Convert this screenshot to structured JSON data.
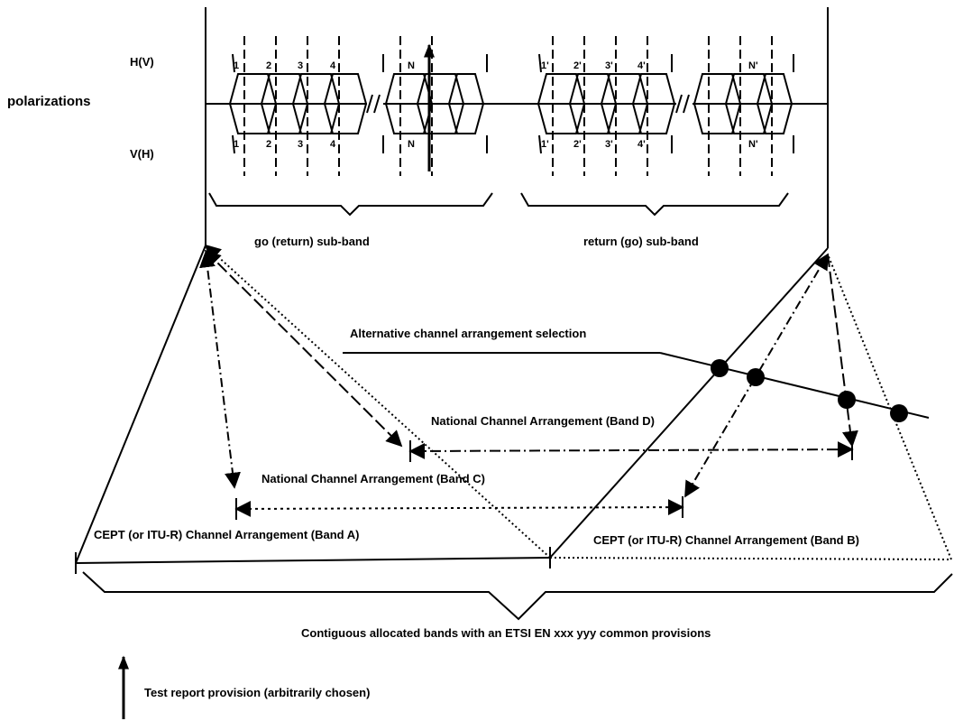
{
  "polarization": {
    "label": "polarizations",
    "top": "H(V)",
    "bottom": "V(H)"
  },
  "channels": {
    "go": [
      "1",
      "2",
      "3",
      "4",
      "N"
    ],
    "return": [
      "1'",
      "2'",
      "3'",
      "4'",
      "N'"
    ]
  },
  "subbands": {
    "go": "go (return) sub-band",
    "return": "return (go) sub-band"
  },
  "alternative_selection": "Alternative channel arrangement selection",
  "band_d": "National Channel Arrangement (Band D)",
  "band_c": "National Channel Arrangement (Band C)",
  "band_a": "CEPT (or ITU-R) Channel Arrangement (Band A)",
  "band_b": "CEPT (or ITU-R) Channel Arrangement (Band B)",
  "contiguous": "Contiguous allocated bands with an ETSI EN xxx yyy common provisions",
  "legend": {
    "test_report": "Test report provision (arbitrarily chosen)"
  }
}
